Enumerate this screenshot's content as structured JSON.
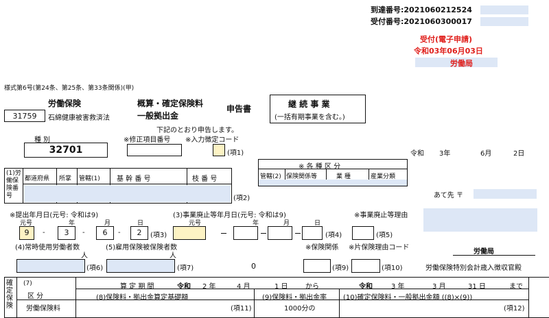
{
  "receipt": {
    "arrival_number": "到達番号:2021060212524",
    "acceptance_number": "受付番号:2021060300017",
    "accepted_line1": "受付(電子申請)",
    "accepted_line2": "令和03年06月03日",
    "bureau": "労働局"
  },
  "form": {
    "form_number": "様式第6号(第24条、第25条、第33条関係)(甲)",
    "code_box": "31759",
    "title_main": "労働保険",
    "title_sub": "石綿健康被害救済法",
    "title_insurance_1": "概算・確定保険料",
    "title_insurance_2": "一般拠出金",
    "title_report": "申告書",
    "business_type_1": "継 続 事 業",
    "business_type_2": "(一括有期事業を含む。)",
    "declare_text": "下記のとおり申告します。"
  },
  "fields": {
    "type_label": "種 別",
    "type_value": "32701",
    "correction_item_label": "※修正項目番号",
    "input_code_label": "※入力徴定コード",
    "item1": "(項1)",
    "date_era": "令和",
    "date_year": "3年",
    "date_month": "6月",
    "date_day": "2日",
    "insurance_number_label": "(1)労働保険番号",
    "col_prefecture": "都道府県",
    "col_office": "所掌",
    "col_jurisdiction1": "管轄(1)",
    "col_basic_number": "基 幹 番 号",
    "col_branch_number": "枝 番 号",
    "item2": "(項2)",
    "categories_header": "※ 各 種 区 分",
    "col_jurisdiction2": "管轄(2)",
    "col_insurance_relation": "保険関係等",
    "col_industry": "業 種",
    "col_industry_class": "産業分類",
    "address_to": "あて先 〒"
  },
  "submission_date": {
    "label": "※提出年月日(元号: 令和は9)",
    "era_label": "元号",
    "year_label": "年",
    "month_label": "月",
    "day_label": "日",
    "era_value": "9",
    "dash1": "-",
    "year_value": "3",
    "dash2": "-",
    "month_value": "6",
    "dash3": "-",
    "day_value": "2",
    "item3": "(項3)"
  },
  "abolition_date": {
    "label": "(3)事業廃止等年月日(元号: 令和は9)",
    "era_label": "元号",
    "year_label": "年",
    "month_label": "月",
    "day_label": "日",
    "item4": "(項4)"
  },
  "abolition_reason": {
    "label": "※事業廃止等理由",
    "item5": "(項5)"
  },
  "workers": {
    "regular_label": "(4)常時使用労働者数",
    "regular_unit": "人",
    "item6": "(項6)",
    "insured_label": "(5)雇用保険被保険者数",
    "insured_unit": "人",
    "item7": "(項7)",
    "zero_value": "0",
    "insurance_relation_label": "※保険関係",
    "single_reason_label": "※片保険理由コード",
    "item9": "(項9)",
    "item10": "(項10)",
    "bureau_label": "労働局",
    "collector_label": "労働保険特別会計歳入徴収官殿"
  },
  "table": {
    "side_label": "確定保険",
    "row_label_num": "(7)",
    "row_label": "区 分",
    "period_label": "算 定 期 間",
    "period_era1": "令和",
    "period_y1": "2 年",
    "period_m1": "4 月",
    "period_d1": "1 日",
    "period_from": "から",
    "period_era2": "令和",
    "period_y2": "3 年",
    "period_m2": "3 月",
    "period_d2": "31 日",
    "period_to": "まで",
    "col8": "(8)保険料・拠出金算定基礎額",
    "col9": "(9)保険料・拠出金率",
    "col10": "(10)確定保険料・一般拠出金額 ((8)×(9))",
    "row1_label": "労働保険料",
    "item11": "(項11)",
    "rate_value": "1000分の",
    "item12": "(項12)"
  }
}
